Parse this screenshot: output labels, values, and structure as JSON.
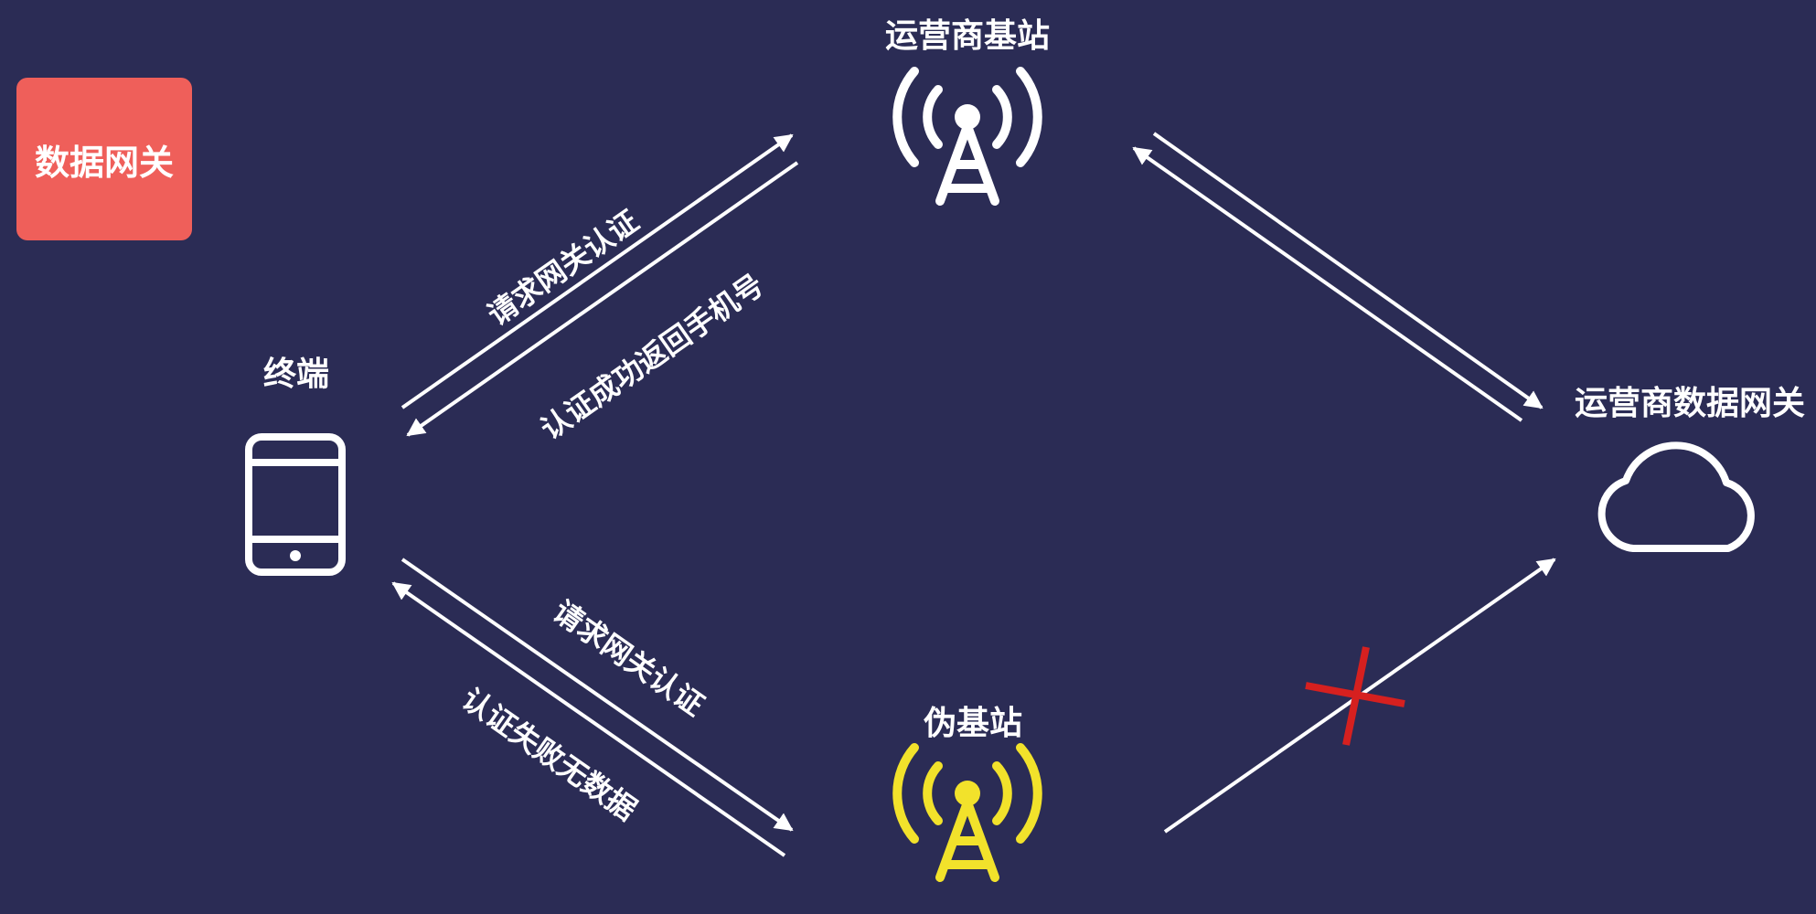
{
  "badge": {
    "text": "数据网关",
    "color": "#ef5f5a"
  },
  "nodes": {
    "terminal": "终端",
    "carrier_station": "运营商基站",
    "carrier_gateway": "运营商数据网关",
    "fake_station": "伪基站"
  },
  "edges": {
    "top_request": "请求网关认证",
    "top_response": "认证成功返回手机号",
    "bottom_request": "请求网关认证",
    "bottom_response": "认证失败无数据"
  },
  "colors": {
    "background": "#2b2c55",
    "arrow": "#ffffff",
    "fake_station": "#f2e22b",
    "blocked_mark": "#d6201f"
  },
  "icons": {
    "terminal": "phone-icon",
    "carrier_station": "antenna-tower-icon",
    "fake_station": "antenna-tower-icon",
    "carrier_gateway": "cloud-icon",
    "blocked": "cross-mark-icon"
  }
}
